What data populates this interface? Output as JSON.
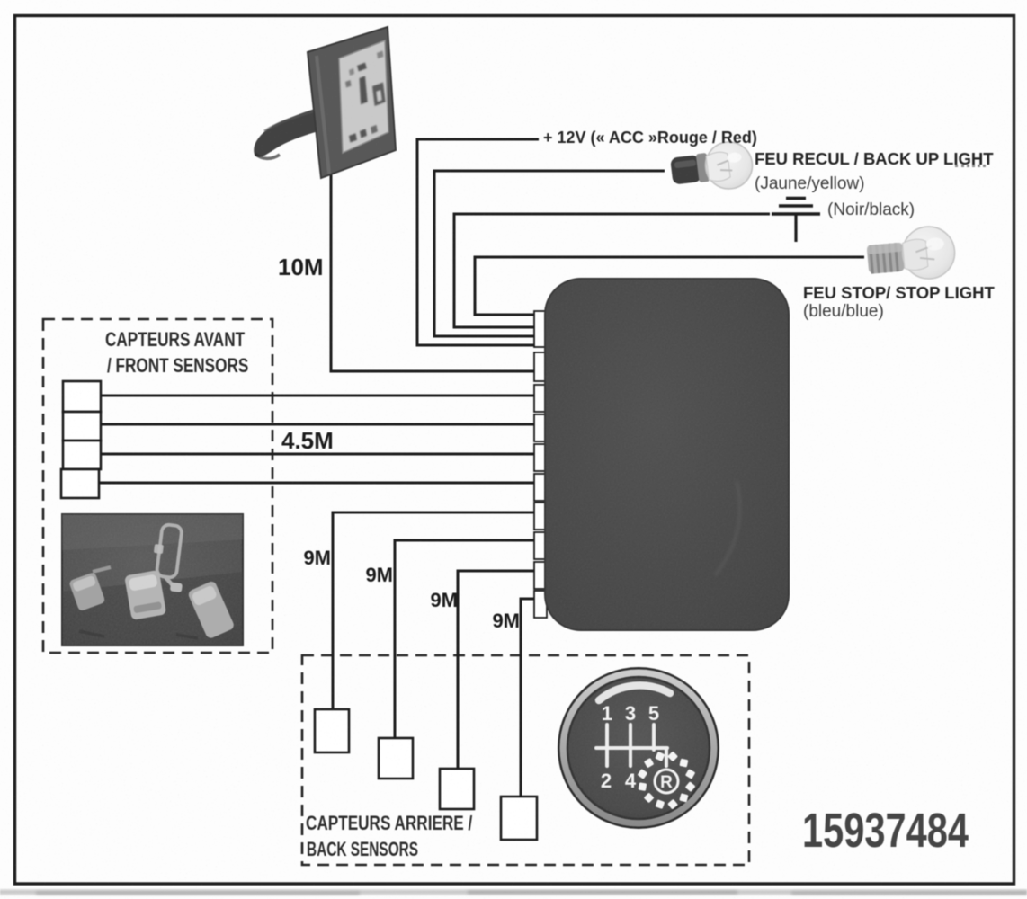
{
  "diagram": {
    "part_number": "15937484",
    "cable_lengths": {
      "display_cable": "10M",
      "front_sensor_cable": "4.5M",
      "rear_sensor_cables": [
        "9M",
        "9M",
        "9M",
        "9M"
      ]
    },
    "connections": {
      "power": "+ 12V (« ACC »Rouge / Red)",
      "backup_light_line1": "FEU RECUL / BACK UP LIGHT",
      "backup_light_line2": "(Jaune/yellow)",
      "ground": "(Noir/black)",
      "stop_light_line1": "FEU STOP/ STOP LIGHT",
      "stop_light_line2": "(bleu/blue)"
    },
    "front_sensors_box": {
      "title_line1": "CAPTEURS AVANT",
      "title_line2": "/ FRONT SENSORS"
    },
    "back_sensors_box": {
      "title_line1": "CAPTEURS ARRIERE /",
      "title_line2": "BACK SENSORS"
    },
    "gear_knob": {
      "row1": [
        "1",
        "3",
        "5"
      ],
      "row2": [
        "2",
        "4"
      ],
      "reverse": "R"
    },
    "colors": {
      "ink": "#1d1d1d",
      "control_box": "#474747",
      "screen": "#c8c8c8",
      "background": "#fdfdfd"
    }
  }
}
